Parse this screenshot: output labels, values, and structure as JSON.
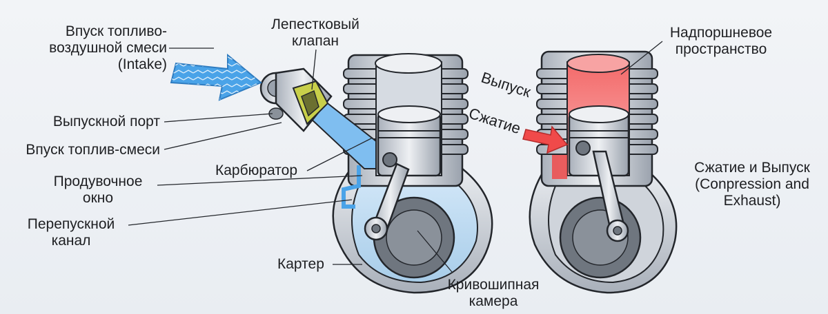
{
  "labels": {
    "intake": [
      "Впуск топливо-",
      "воздушной смеси",
      "(Intake)"
    ],
    "reed_valve": [
      "Лепестковый",
      "клапан"
    ],
    "exhaust_port": "Выпускной порт",
    "intake_mixture": "Впуск топлив-смеси",
    "carburetor": "Карбюратор",
    "scavenge_port": [
      "Продувочное",
      "окно"
    ],
    "transfer_channel": [
      "Перепускной",
      "канал"
    ],
    "crankcase": "Картер",
    "crank_chamber": [
      "Кривошипная",
      "камера"
    ],
    "above_piston": [
      "Надпоршневое",
      "пространство"
    ],
    "exhaust": "Выпуск",
    "compression": "Сжатие",
    "phase_title": [
      "Сжатие и Выпуск",
      "(Conpression and",
      "Exhaust)"
    ]
  },
  "colors": {
    "intake_flow": "#4aa3e8",
    "hot_chamber": "#f04a4a",
    "metal": "#c9ced6",
    "outline": "#23262b"
  }
}
